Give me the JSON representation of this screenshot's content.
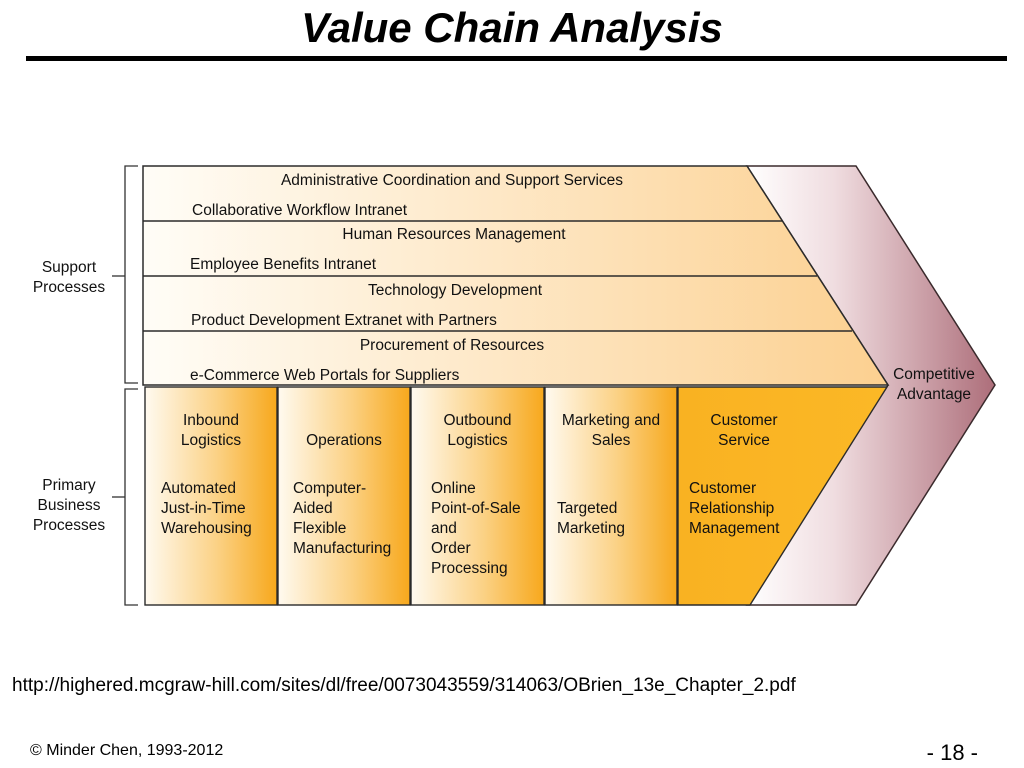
{
  "title": "Value Chain Analysis",
  "colors": {
    "activity_fill_light": "#fffdf6",
    "activity_fill_dark": "#f9b222",
    "arrow_fill_light": "#ffffff",
    "arrow_fill_dark": "#ad6e7a",
    "outline": "#2b2b2b"
  },
  "diagram": {
    "support_label": "Support\nProcesses",
    "primary_label": "Primary\nBusiness\nProcesses",
    "margin_label": "Competitive\nAdvantage",
    "support_activities": [
      {
        "name": "Administrative Coordination and Support Services",
        "tool": "Collaborative Workflow Intranet"
      },
      {
        "name": "Human Resources Management",
        "tool": "Employee Benefits Intranet"
      },
      {
        "name": "Technology Development",
        "tool": "Product Development Extranet with Partners"
      },
      {
        "name": "Procurement of Resources",
        "tool": "e-Commerce Web Portals for Suppliers"
      }
    ],
    "primary_activities": [
      {
        "name": "Inbound\nLogistics",
        "tool": "Automated\nJust-in-Time\nWarehousing"
      },
      {
        "name": "Operations",
        "tool": "Computer-\nAided\nFlexible\nManufacturing"
      },
      {
        "name": "Outbound\nLogistics",
        "tool": "Online\nPoint-of-Sale\nand\nOrder\nProcessing"
      },
      {
        "name": "Marketing and\nSales",
        "tool": "Targeted\nMarketing"
      },
      {
        "name": "Customer\nService",
        "tool": "Customer\nRelationship\nManagement"
      }
    ]
  },
  "source_url": "http://highered.mcgraw-hill.com/sites/dl/free/0073043559/314063/OBrien_13e_Chapter_2.pdf",
  "footer": {
    "copyright": "© Minder Chen, 1993-2012",
    "page_number": "- 18 -"
  }
}
